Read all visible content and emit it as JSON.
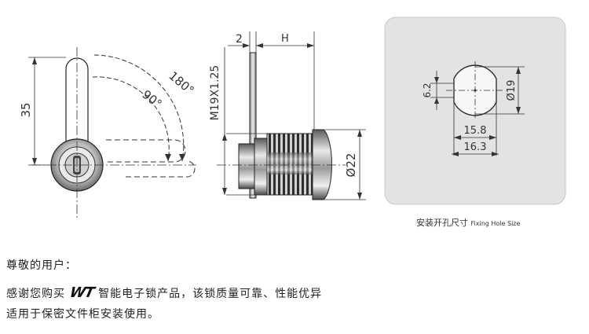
{
  "front_view": {
    "dim_height": "35",
    "angle_large": "180°",
    "angle_small": "90°"
  },
  "side_view": {
    "dim_offset": "2",
    "dim_h": "H",
    "dim_thread": "M19X1.25",
    "dim_diameter": "Ø22"
  },
  "fixing_hole": {
    "dim_flat_height": "6.2",
    "dim_diameter": "Ø19",
    "dim_inner_width": "15.8",
    "dim_outer_width": "16.3",
    "caption_cn": "安装开孔尺寸",
    "caption_en": "Fixing Hole Size"
  },
  "text": {
    "greeting": "尊敬的用户：",
    "line1_before": "感谢您购买",
    "logo": "WT",
    "line1_after": "智能电子锁产品，该锁质量可靠、性能优异",
    "line2": "适用于保密文件柜安装使用。"
  },
  "colors": {
    "panel_bg": "#e3e3e3",
    "line": "#444444"
  }
}
